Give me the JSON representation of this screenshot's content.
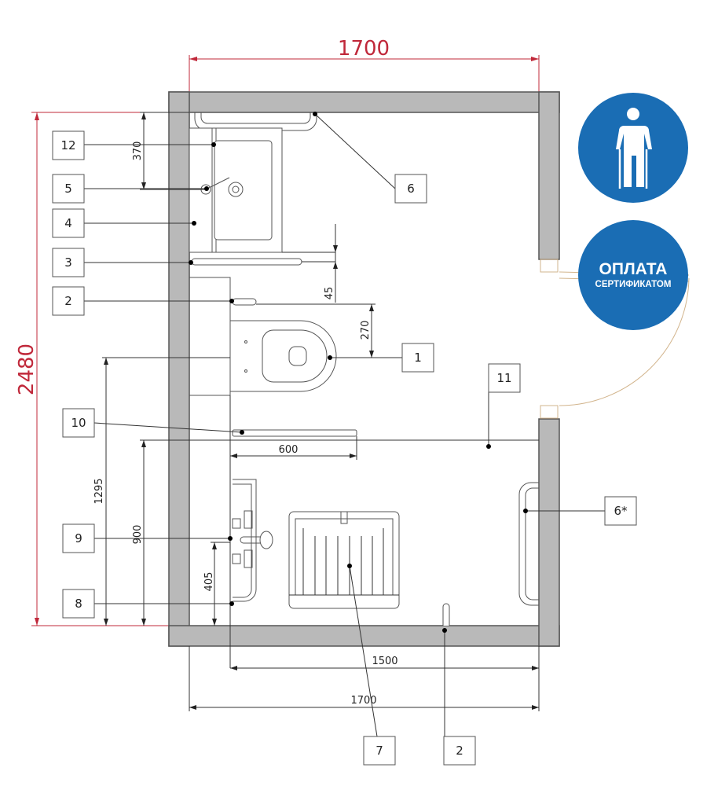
{
  "badges": {
    "accessibility_icon": "person-with-crutches-icon",
    "payment_line1": "ОПЛАТА",
    "payment_line2": "СЕРТИФИКАТОМ",
    "color": "#1a6db4"
  },
  "dimensions": {
    "overall_width": "1700",
    "overall_height": "2480",
    "sink_height": "370",
    "rail_gap": "45",
    "toilet_offset": "270",
    "toilet_axis": "1295",
    "rail_height": "900",
    "low_rail": "405",
    "rail_length": "600",
    "inner_width": "1500",
    "bottom_width": "1700"
  },
  "callouts": [
    "12",
    "5",
    "4",
    "3",
    "2",
    "1",
    "6",
    "11",
    "10",
    "6*",
    "9",
    "8",
    "7",
    "2"
  ],
  "colors": {
    "wall": "#b9b9b9",
    "dimension_red": "#c0283a",
    "door_arc": "#d2b48c"
  }
}
